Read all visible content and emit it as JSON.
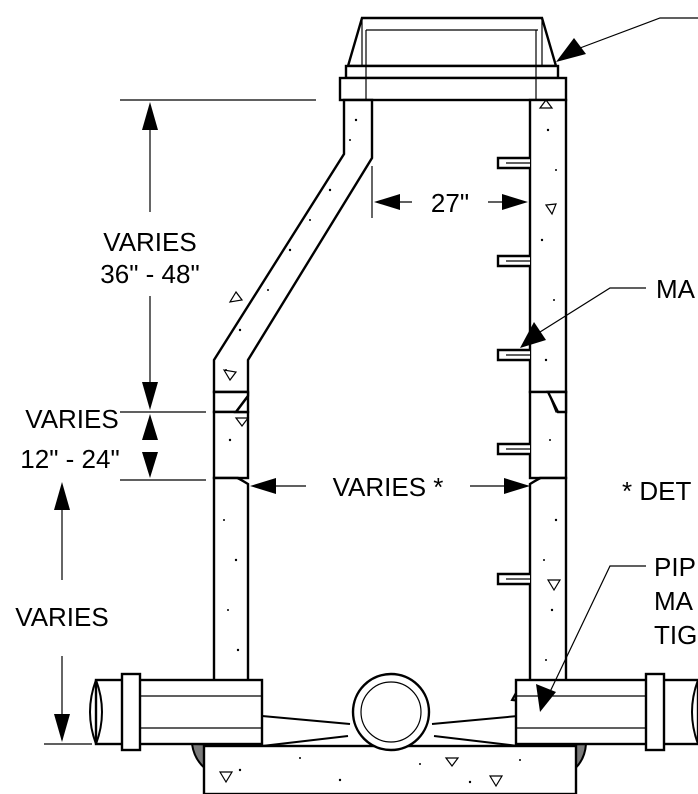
{
  "dimensions": {
    "cone_height_line1": "VARIES",
    "cone_height_line2": "36\" - 48\"",
    "riser_height_line1": "VARIES",
    "riser_height_line2": "12\" - 24\"",
    "base_height": "VARIES",
    "top_opening": "27\"",
    "inside_diameter": "VARIES *"
  },
  "callouts": {
    "steps": "MA",
    "note": "* DET",
    "pipe_line1": "PIP",
    "pipe_line2": "MA",
    "pipe_line3": "TIG"
  }
}
